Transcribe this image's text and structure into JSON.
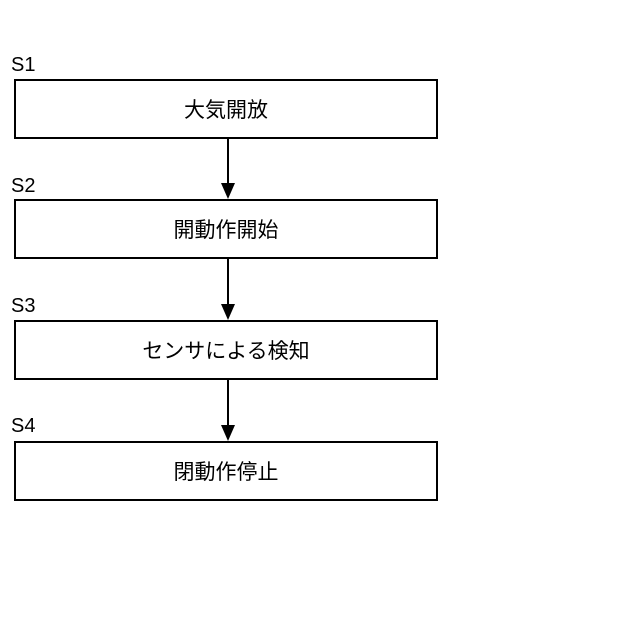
{
  "steps": [
    {
      "id": "S1",
      "text": "大気開放"
    },
    {
      "id": "S2",
      "text": "開動作開始"
    },
    {
      "id": "S3",
      "text": "センサによる検知"
    },
    {
      "id": "S4",
      "text": "閉動作停止"
    }
  ],
  "colors": {
    "line": "#000000",
    "background": "#ffffff"
  }
}
